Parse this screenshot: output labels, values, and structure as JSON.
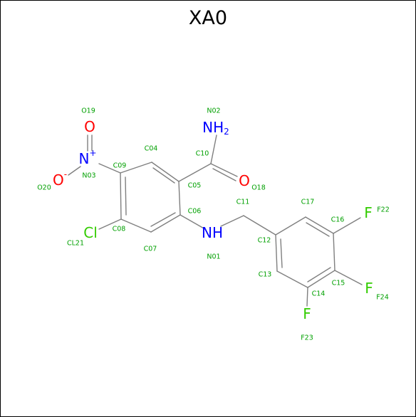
{
  "title": "XA0",
  "colors": {
    "bond": "#7f7f7f",
    "carbon": "#000000",
    "nitrogen": "#0000ff",
    "oxygen": "#ff0000",
    "chlorine": "#33cc00",
    "fluorine": "#33cc00",
    "label": "#00a000"
  },
  "atoms": {
    "o19": {
      "symbol": "O",
      "label": "O19"
    },
    "n02": {
      "symbol": "NH",
      "sub": "2",
      "label": "N02"
    },
    "n03": {
      "symbol": "N",
      "sup": "+",
      "label": "N03"
    },
    "o20": {
      "symbol": "O",
      "sup": "-",
      "label": "O20"
    },
    "o18": {
      "symbol": "O",
      "label": "O18"
    },
    "cl21": {
      "symbol": "Cl",
      "label": "CL21"
    },
    "n01": {
      "symbol": "NH",
      "label": "N01"
    },
    "f22": {
      "symbol": "F",
      "label": "F22"
    },
    "f24": {
      "symbol": "F",
      "label": "F24"
    },
    "f23": {
      "symbol": "F",
      "label": "F23"
    }
  },
  "labels": {
    "c04": "C04",
    "c09": "C09",
    "c10": "C10",
    "c05": "C05",
    "c06": "C06",
    "c08": "C08",
    "c07": "C07",
    "c11": "C11",
    "c17": "C17",
    "c16": "C16",
    "c12": "C12",
    "c13": "C13",
    "c14": "C14",
    "c15": "C15"
  }
}
